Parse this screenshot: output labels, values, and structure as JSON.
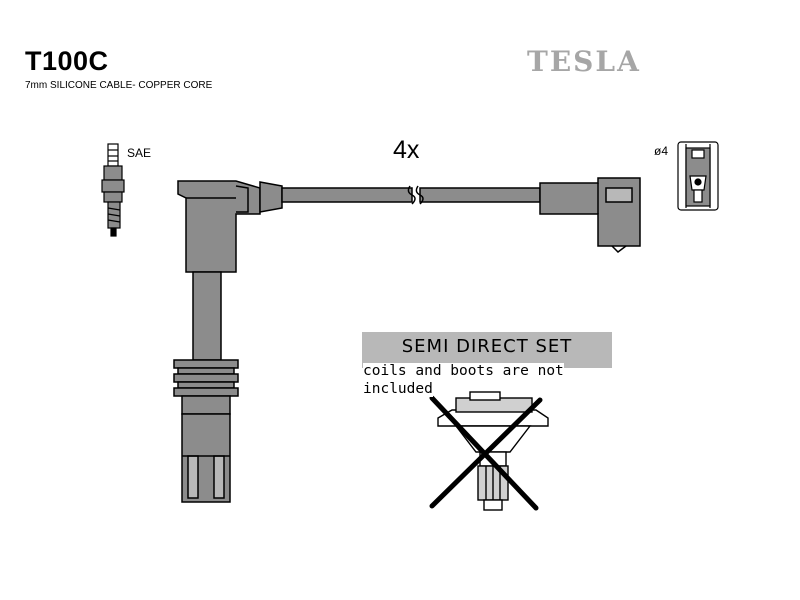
{
  "header": {
    "part_number": "T100C",
    "description": "7mm SILICONE CABLE- COPPER CORE",
    "brand": "TESLA"
  },
  "labels": {
    "spark_plug": "SAE",
    "quantity": "4x",
    "terminal": "ø4"
  },
  "notice": {
    "title": "SEMI DIRECT SET",
    "text": "coils and boots are not included"
  },
  "icons": [
    "spark-plug-icon",
    "ignition-coil-crossed-icon",
    "terminal-connector-icon"
  ],
  "colors": {
    "cable_fill": "#8c8c8c",
    "notice_fill": "#b8b8b8",
    "brand_text": "#a6a6a6",
    "cross_stroke": "#000000"
  }
}
